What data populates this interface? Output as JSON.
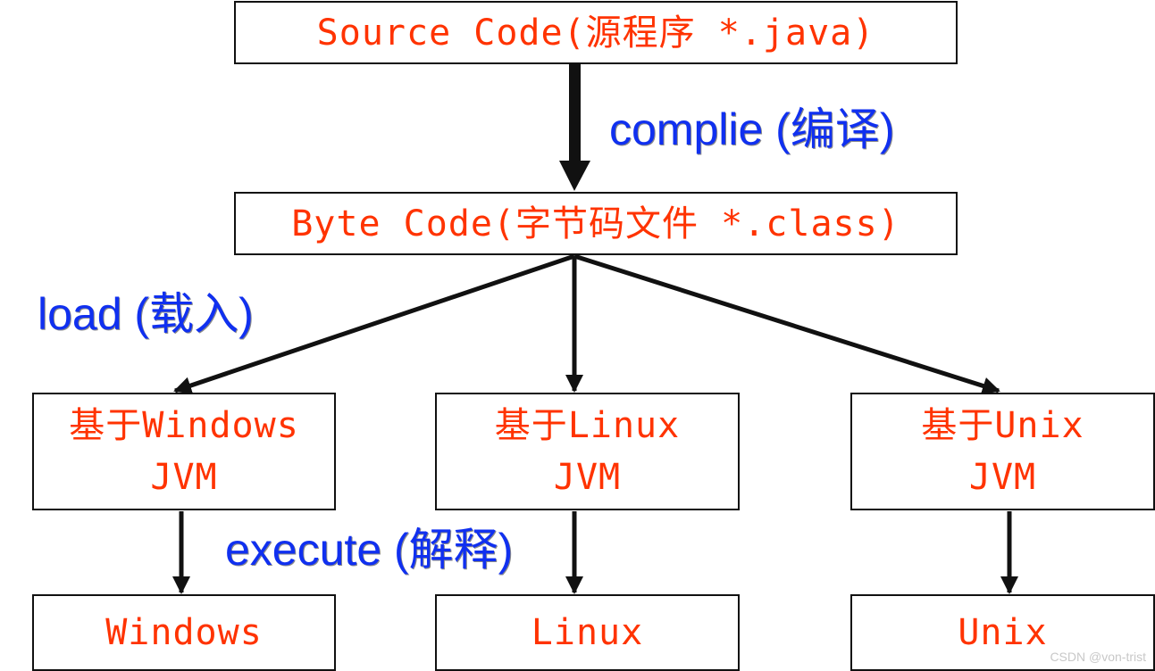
{
  "colors": {
    "box_text": "#ff3300",
    "label_text": "#1030f0",
    "line": "#111111"
  },
  "nodes": {
    "source": "Source Code(源程序 *.java)",
    "bytecode": "Byte Code(字节码文件 *.class)",
    "jvm_windows": [
      "基于Windows",
      "JVM"
    ],
    "jvm_linux": [
      "基于Linux",
      "JVM"
    ],
    "jvm_unix": [
      "基于Unix",
      "JVM"
    ],
    "os_windows": "Windows",
    "os_linux": "Linux",
    "os_unix": "Unix"
  },
  "edge_labels": {
    "compile": "complie (编译)",
    "load": "load (载入)",
    "execute": "execute (解释)"
  },
  "watermark": "CSDN @von-trist"
}
